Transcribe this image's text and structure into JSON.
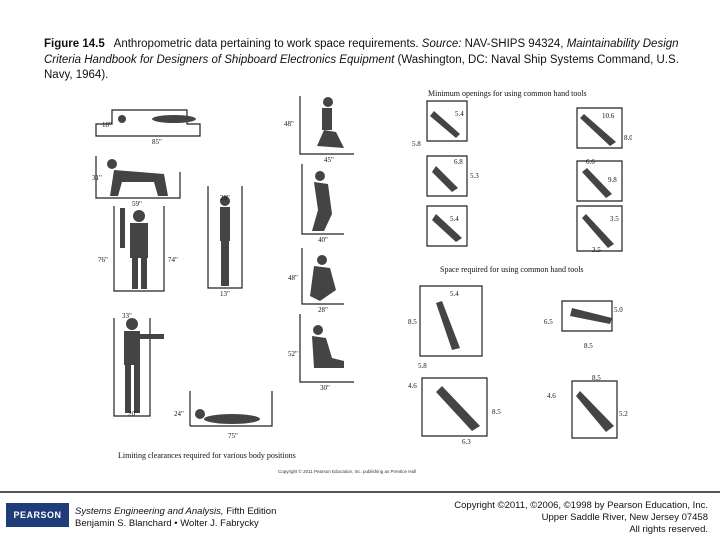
{
  "caption": {
    "label": "Figure 14.5",
    "text_a": "Anthropometric data pertaining to work space requirements. ",
    "source_label": "Source:",
    "text_b": " NAV-SHIPS 94324, ",
    "title_italic": "Maintainability Design Criteria Handbook for Designers of Shipboard Electronics Equipment",
    "text_c": " (Washington, DC: Naval Ship Systems Command, U.S. Navy, 1964)."
  },
  "figure": {
    "heading_openings": "Minimum openings for using common hand tools",
    "heading_space": "Space required for using common hand tools",
    "heading_clearances": "Limiting clearances required for various body positions",
    "fig_copyright": "Copyright © 2011 Pearson Education, Inc. publishing as Prentice Hall",
    "body_dims": [
      "18\"",
      "85\"",
      "48\"",
      "45\"",
      "31\"",
      "59\"",
      "29\"",
      "76\"",
      "74\"",
      "13\"",
      "40\"",
      "48\"",
      "28\"",
      "33\"",
      "52\"",
      "30\"",
      "20\"",
      "24\"",
      "75\""
    ],
    "openings_dims": [
      "5.4",
      "5.8",
      "10.6",
      "8.0",
      "6.8",
      "5.3",
      "6.6",
      "9.8",
      "5.4",
      "3.5",
      "3.5"
    ],
    "space_dims": [
      "5.4",
      "8.5",
      "5.8",
      "5.0",
      "6.5",
      "8.5",
      "4.6",
      "8.5",
      "4.6",
      "8.5",
      "5.2",
      "6.3"
    ]
  },
  "footer": {
    "logo": "PEARSON",
    "book_title": "Systems Engineering and Analysis,",
    "book_edition": " Fifth Edition",
    "authors": "Benjamin S. Blanchard • Wolter J. Fabrycky",
    "copyright": "Copyright ©2011, ©2006, ©1998 by Pearson Education, Inc.",
    "address": "Upper Saddle River, New Jersey 07458",
    "rights": "All rights reserved."
  }
}
